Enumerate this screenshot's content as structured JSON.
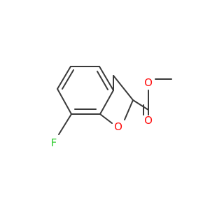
{
  "molecule": {
    "atoms": {
      "fluorine": {
        "symbol": "F",
        "color": "#33cc33"
      },
      "ring_oxygen": {
        "symbol": "O",
        "color": "#ff0d0d"
      },
      "carbonyl_oxygen": {
        "symbol": "O",
        "color": "#ff0d0d"
      },
      "ester_oxygen": {
        "symbol": "O",
        "color": "#ff0d0d"
      }
    },
    "bond_color": "#3a3a3a"
  }
}
